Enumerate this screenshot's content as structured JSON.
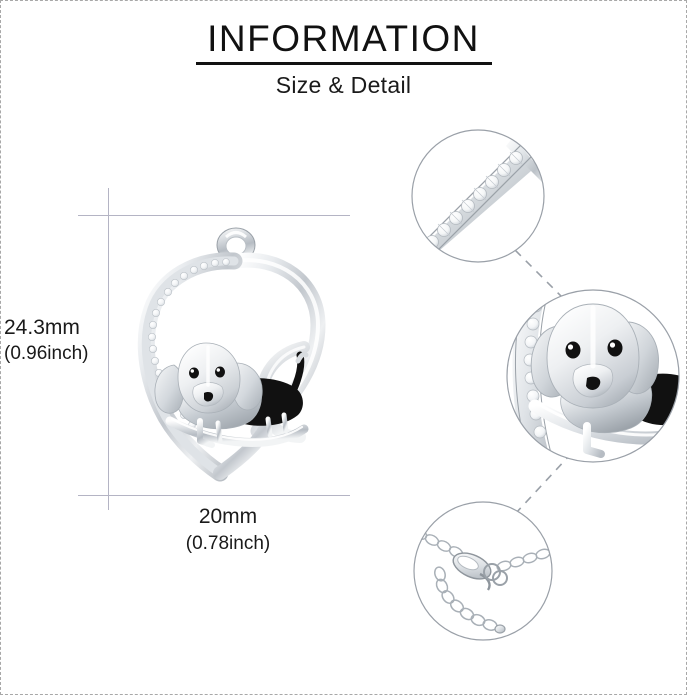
{
  "header": {
    "title": "INFORMATION",
    "subtitle": "Size & Detail"
  },
  "dimensions": {
    "height": {
      "value": "24.3mm",
      "inches": "(0.96inch)"
    },
    "width": {
      "value": "20mm",
      "inches": "(0.78inch)"
    }
  },
  "product": {
    "type": "heart-pendant-necklace",
    "motif": "dachshund-dog",
    "metal_color": "#d6d9dd",
    "accent_black": "#111111",
    "stone_color": "#ffffff",
    "name": "dachshund-heart-pendant"
  },
  "details": [
    {
      "name": "cz-stone-setting-closeup"
    },
    {
      "name": "dachshund-face-closeup"
    },
    {
      "name": "lobster-clasp-chain-closeup"
    }
  ],
  "colors": {
    "border": "#a8a8a8",
    "guide_line": "#b4b4c4",
    "text": "#1a1a1a",
    "rule": "#111111"
  }
}
